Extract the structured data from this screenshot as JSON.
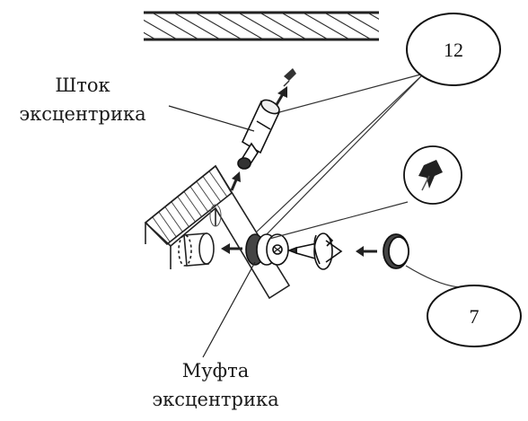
{
  "labels": {
    "rod_line1": "Шток",
    "rod_line2": "эксцентрика",
    "sleeve_line1": "Муфта",
    "sleeve_line2": "эксцентрика"
  },
  "callouts": {
    "top": "12",
    "bottom": "7"
  },
  "colors": {
    "ink": "#1a1a1a",
    "background": "#ffffff"
  }
}
